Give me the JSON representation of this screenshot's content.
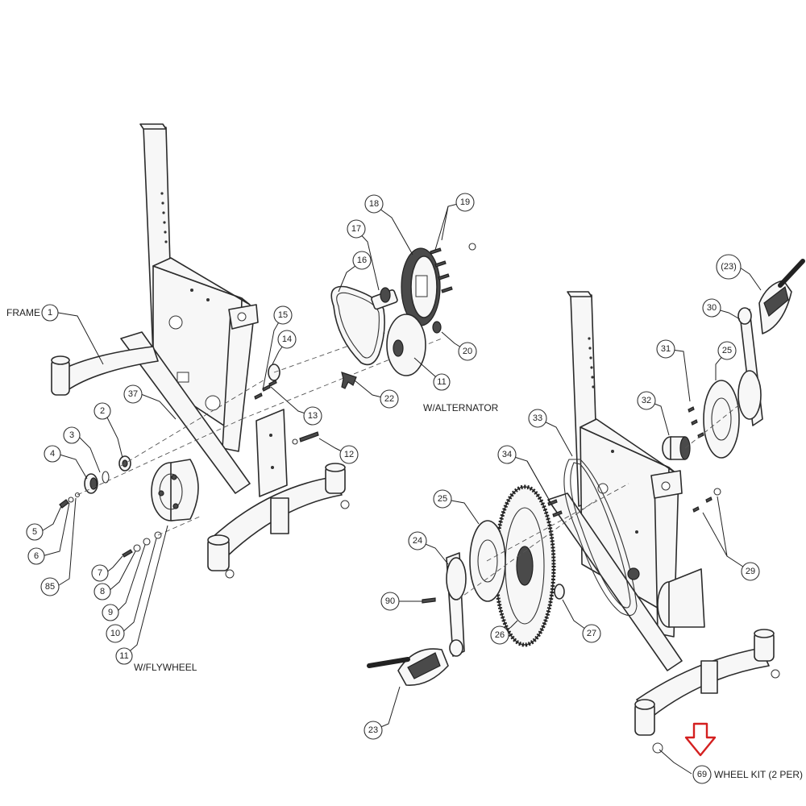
{
  "captions": {
    "frame": "FRAME",
    "alternator": "W/ALTERNATOR",
    "flywheel": "W/FLYWHEEL",
    "wheel_kit": "WHEEL KIT (2 PER)"
  },
  "callouts": {
    "c1": "1",
    "c2": "2",
    "c3": "3",
    "c4": "4",
    "c5": "5",
    "c6": "6",
    "c85": "85",
    "c7": "7",
    "c8": "8",
    "c9": "9",
    "c10": "10",
    "c11a": "11",
    "c37": "37",
    "c12": "12",
    "c13": "13",
    "c14": "14",
    "c15": "15",
    "c16": "16",
    "c17": "17",
    "c18": "18",
    "c19": "19",
    "c20": "20",
    "c11b": "11",
    "c22": "22",
    "c23a": "(23)",
    "c30": "30",
    "c31": "31",
    "c25a": "25",
    "c32": "32",
    "c33": "33",
    "c34": "34",
    "c25b": "25",
    "c24": "24",
    "c90": "90",
    "c26": "26",
    "c27": "27",
    "c29": "29",
    "c23b": "23",
    "c69": "69"
  },
  "colors": {
    "highlight_arrow": "#d42020"
  },
  "icons": {
    "highlight": "down-arrow-icon"
  }
}
